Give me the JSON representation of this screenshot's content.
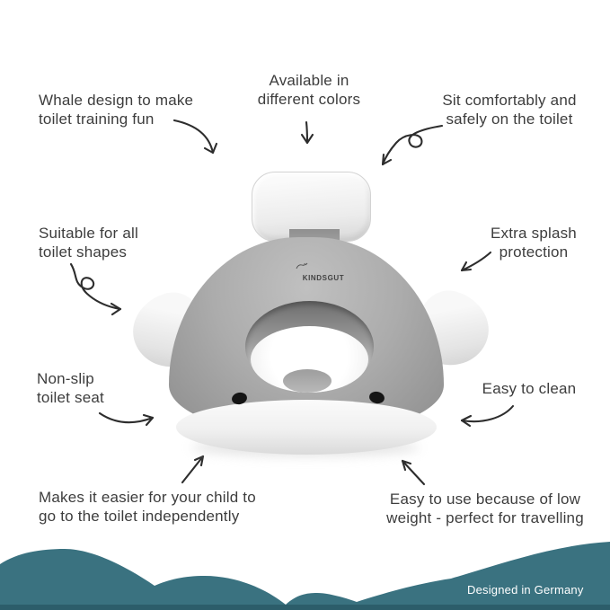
{
  "product": {
    "brand": "KINDSGUT"
  },
  "annotations": [
    {
      "id": "whale-design",
      "line1": "Whale design to make",
      "line2": "toilet training fun"
    },
    {
      "id": "available-colors",
      "line1": "Available in",
      "line2": "different colors"
    },
    {
      "id": "sit-comfortably",
      "line1": "Sit comfortably and",
      "line2": "safely on the toilet"
    },
    {
      "id": "toilet-shapes",
      "line1": "Suitable for all",
      "line2": "toilet shapes"
    },
    {
      "id": "splash-protection",
      "line1": "Extra splash",
      "line2": "protection"
    },
    {
      "id": "non-slip",
      "line1": "Non-slip",
      "line2": "toilet seat"
    },
    {
      "id": "easy-to-clean",
      "line1": "Easy to clean",
      "line2": ""
    },
    {
      "id": "independence",
      "line1": "Makes it easier for your child to",
      "line2": "go to the toilet independently"
    },
    {
      "id": "travel",
      "line1": "Easy to use because of low",
      "line2": "weight - perfect for travelling"
    }
  ],
  "footer": {
    "badge": "Designed in Germany"
  },
  "colors": {
    "wave_teal": "#3a7280",
    "wave_teal_dark": "#2c5d6a",
    "annotation_text": "#3d3d3d",
    "arrow_ink": "#2d2d2d",
    "body_gray": "#a9a9a9",
    "fin_white": "#f3f3f3",
    "eye_black": "#151515",
    "badge_text": "#ffffff"
  }
}
